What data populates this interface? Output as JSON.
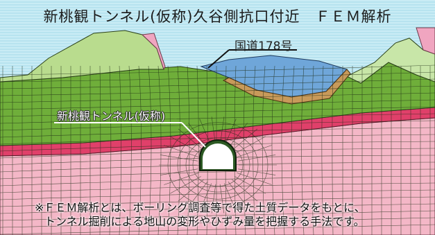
{
  "title": "新桃観トンネル(仮称)久谷側抗口付近　ＦＥＭ解析",
  "labels": {
    "road": "国道178号",
    "tunnel": "新桃観トンネル(仮称)"
  },
  "note": {
    "line1": "※ＦＥＭ解析とは、ボーリング調査等で得た土質データをもとに、",
    "line2": "トンネル掘削による地山の変形やひずみ量を把握する手法です。"
  },
  "colors": {
    "sky": "#bfe8f2",
    "upper_layer": "#b9dc8e",
    "middle_layer": "#6fae3a",
    "red_band": "#e0406a",
    "lower_layer": "#f4b7c7",
    "fill_area": "#6fa6d9",
    "mesh_line": "#1c2a14"
  }
}
